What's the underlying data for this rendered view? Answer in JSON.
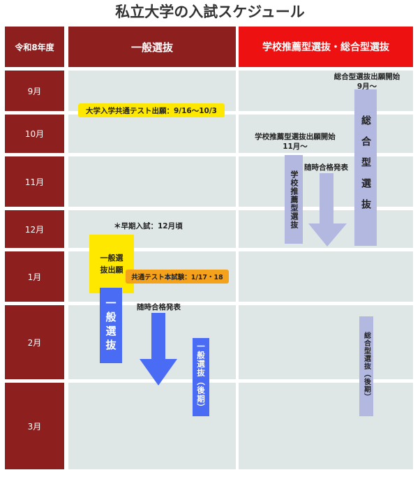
{
  "title": "私立大学の入試スケジュール",
  "header": {
    "year": "令和8年度",
    "general": "一般選抜",
    "school": "学校推薦型選抜・総合型選抜"
  },
  "months": [
    "9月",
    "10月",
    "11月",
    "12月",
    "1月",
    "2月",
    "3月"
  ],
  "general": {
    "common_test_apply": "大学入学共通テスト出願：9/16〜10/3",
    "early_exam_note": "＊早期入試：12月頃",
    "apply_box": "一般選抜出願",
    "common_test_exam": "共通テスト本試験：1/17・18",
    "bar_label": "一般選抜",
    "results_note": "随時合格発表",
    "late_bar_label": "一般選抜（後期）"
  },
  "school": {
    "ao_apply_note_1": "総合型選抜出願開始",
    "ao_apply_note_2": "9月〜",
    "rec_apply_note_1": "学校推薦型選抜出願開始",
    "rec_apply_note_2": "11月〜",
    "rec_bar_label": "学校推薦型選抜",
    "results_note": "随時合格発表",
    "ao_bar_label": "総合型選抜",
    "ao_late_bar_label": "総合型選抜（後期）"
  },
  "colors": {
    "dark_red": "#8e1f1f",
    "red": "#ee1111",
    "cell_bg": "#dfe6e6",
    "yellow": "#ffe800",
    "orange": "#f4a21c",
    "blue": "#4a6cf5",
    "lavender": "#b3b8e0"
  }
}
